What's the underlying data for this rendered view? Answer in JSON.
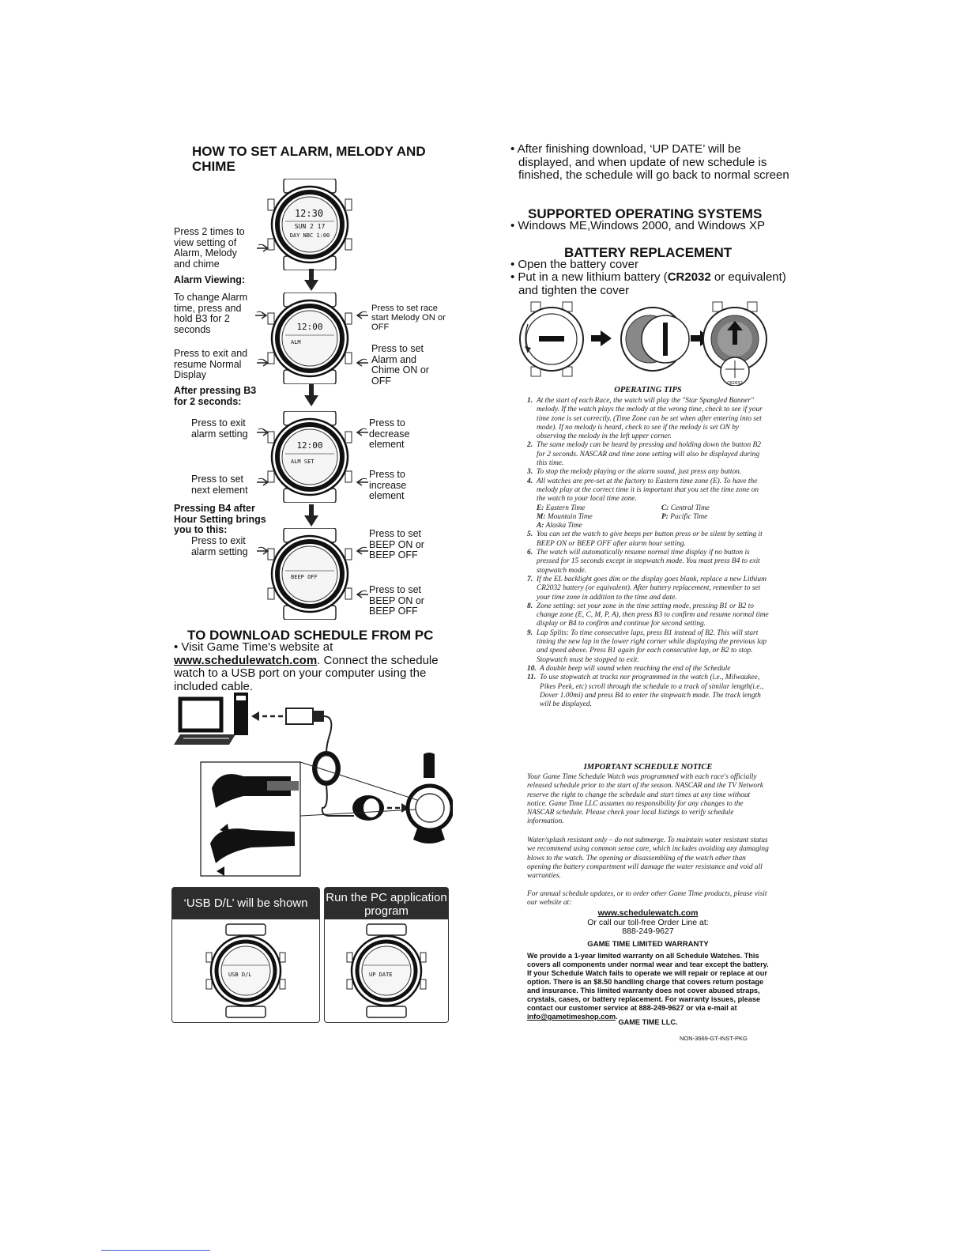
{
  "left": {
    "alarm_heading": "HOW TO SET ALARM, MELODY AND CHIME",
    "step1": "Press 2 times to view setting of Alarm, Melody and chime",
    "watch1_lines": [
      "12:30",
      "SUN 2 17",
      "DAY NBC 1:00"
    ],
    "alarm_viewing_title": "Alarm Viewing:",
    "change_alarm": "To change Alarm time, press and hold B3 for 2 seconds",
    "race_melody": "Press to set race start Melody ON or OFF",
    "exit_resume": "Press to exit and resume Normal Display",
    "set_alarm_chime": "Press to set Alarm and Chime ON or OFF",
    "watch2_lines": [
      "12:00",
      "ALM"
    ],
    "after_pressing_title": "After pressing B3 for 2 seconds:",
    "exit_alarm": "Press to exit alarm setting",
    "decrease": "Press to decrease element",
    "set_next": "Press to set next element",
    "increase": "Press to increase element",
    "watch3_lines": [
      "12:00",
      "ALM SET"
    ],
    "b4_title": "Pressing B4 after Hour Setting brings you to this:",
    "exit_alarm2": "Press to exit alarm setting",
    "beep1": "Press to set BEEP ON or BEEP OFF",
    "beep2": "Press to set BEEP ON or BEEP OFF",
    "watch4_lines": [
      "BEEP OFF"
    ],
    "download_heading": "TO DOWNLOAD SCHEDULE FROM PC",
    "download_pre": "Visit Game Time's website at ",
    "download_link": "www.schedulewatch.com",
    "download_post": ". Connect the schedule watch to a USB port on your computer using the included cable.",
    "usb_label": "‘USB  D/L’ will be shown",
    "usb_screen": "USB D/L",
    "run_label": "Run the PC application program",
    "run_screen": "UP DATE"
  },
  "right": {
    "after_download": "After finishing download, ‘UP DATE’ will be displayed, and when update of new schedule is finished, the schedule will go back to normal screen",
    "os_heading": "SUPPORTED OPERATING SYSTEMS",
    "os_text": "Windows ME,Windows 2000, and Windows XP",
    "battery_heading": "BATTERY REPLACEMENT",
    "battery_1": "Open the battery cover",
    "battery_2_pre": "Put in a new lithium battery (",
    "battery_2_bold": "CR2032",
    "battery_2_post": " or equivalent) and tighten the cover",
    "battery_badge": "CR2032",
    "tips_heading": "OPERATING TIPS",
    "tips": [
      {
        "n": "1.",
        "t": "At the start of each Race, the watch will play the \"Star Spangled Banner\" melody. If the watch plays the melody at the wrong time, check to see if your time zone is set correctly. (Time Zone can be set when after entering into set mode). If no melody is heard, check to see if the melody is set ON by observing the melody in the left upper corner."
      },
      {
        "n": "2.",
        "t": "The same melody can be heard by pressing and holding down the button B2 for 2 seconds. NASCAR and time zone setting will also be displayed during this time."
      },
      {
        "n": "3.",
        "t": "To stop the melody playing or the alarm sound, just press any button."
      },
      {
        "n": "4.",
        "t": "All watches are pre-set at the factory to Eastern time zone (E). To have the melody play at the correct time it is important that you set the time zone on the watch to your local time zone."
      }
    ],
    "zones": [
      {
        "k": "E:",
        "v": "Eastern Time"
      },
      {
        "k": "C:",
        "v": "Central Time"
      },
      {
        "k": "M:",
        "v": "Mountain Time"
      },
      {
        "k": "P:",
        "v": "Pacific Time"
      },
      {
        "k": "A:",
        "v": "Alaska Time"
      }
    ],
    "tips2": [
      {
        "n": "5.",
        "t": "You can set the watch to give beeps per button press or be silent by setting it BEEP ON or BEEP OFF after alarm hour setting."
      },
      {
        "n": "6.",
        "t": "The watch will automatically resume normal time display if no button is pressed for 15 seconds except in stopwatch mode. You must press B4 to exit stopwatch mode."
      },
      {
        "n": "7.",
        "t": "If the EL backlight goes dim or the display goes blank, replace a new Lithium CR2032 battery (or equivalent). After battery replacement, remember to set your time zone in addition to the time and date."
      },
      {
        "n": "8.",
        "t": "Zone setting: set your zone in the time setting mode, pressing B1 or B2 to change zone (E, C, M, P, A), then press B3 to confirm and resume normal time display or B4 to confirm and continue for second setting."
      },
      {
        "n": "9.",
        "t": "Lap Splits: To time consecutive laps, press B1 instead of B2. This will start timing the new lap in the lower right corner while displaying the previous lap and speed above. Press B1 again for each consecutive lap, or B2 to stop. Stopwatch must be stopped to exit."
      },
      {
        "n": "10.",
        "t": "A double beep will sound when reaching the end of the Schedule"
      },
      {
        "n": "11.",
        "t": "To use stopwatch at tracks nor programmed in the watch (i.e., Milwaukee, Pikes Peek, etc) scroll through the schedule to a track of similar length(i.e., Dover 1.00mi) and press B4 to enter the stopwatch mode. The track length will be displayed."
      }
    ],
    "notice_heading": "IMPORTANT SCHEDULE NOTICE",
    "notice_1": "Your Game Time Schedule Watch was programmed with each race's officially released schedule prior to the start of the season. NASCAR and the TV Network reserve the right to change the schedule and start times at any time without notice.  Game Time LLC assumes no responsibility for any changes to the NASCAR schedule. Please check your local listings to verify schedule information.",
    "notice_2": "Water/splash resistant only – do not submerge. To maintain water resistant status we recommend using common sense care, which includes avoiding any damaging blows to the watch. The opening or disassembling of the watch other than opening the battery compartment will damage the water resistance and void all warranties.",
    "notice_3": "For annual schedule updates, or to order other Game Time products, please visit our website at:",
    "website": "www.schedulewatch.com",
    "order_line": "Or call our toll-free Order Line at:",
    "phone": "888-249-9627",
    "warranty_heading": "GAME TIME LIMITED WARRANTY",
    "warranty_pre": "We provide a 1-year limited warranty on all Schedule Watches. This covers all components under normal wear and tear except the battery.  If your Schedule Watch fails to operate we will repair or replace at our option.  There is an $8.50 handling charge that covers return postage and insurance.  This limited warranty does not cover abused straps, crystals, cases, or battery replacement. For warranty issues, please contact our customer service at 888-249-9627 or via e-mail at ",
    "warranty_email": "info@gametimeshop.com",
    "warranty_post": ".",
    "company": "GAME TIME LLC.",
    "part_no": "NON-3669-GT-INST-PKG"
  }
}
